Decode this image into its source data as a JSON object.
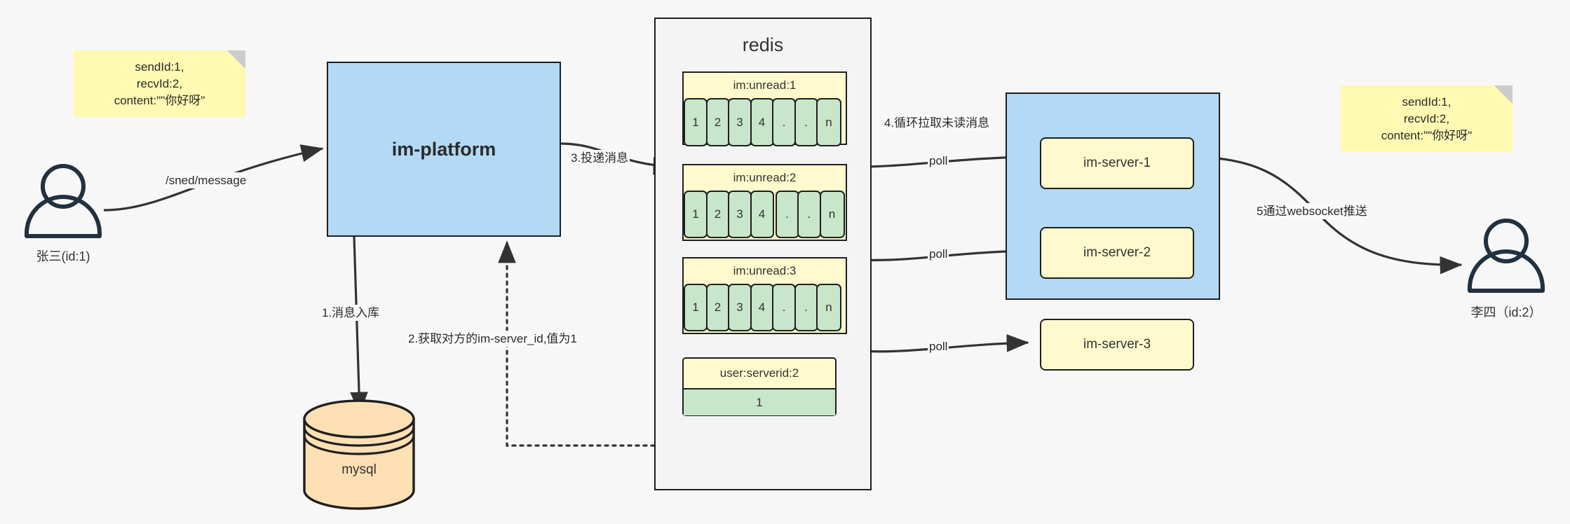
{
  "diagram": {
    "title": "IM message delivery architecture",
    "colors": {
      "background": "#F7F7F7",
      "sticky": "#FFF9B1",
      "blue": "#B3D9F5",
      "yellow": "#FFFACD",
      "green": "#C8E6C9",
      "orange": "#FCE0B4",
      "stroke": "#1F1F1F"
    }
  },
  "actors": {
    "sender": {
      "label": "张三(id:1)",
      "icon": "user-icon"
    },
    "receiver": {
      "label": "李四（id:2）",
      "icon": "user-icon"
    }
  },
  "notes": {
    "left": "sendId:1,\nrecvId:2,\ncontent:\"\"你好呀\"",
    "right": "sendId:1,\nrecvId:2,\ncontent:\"\"你好呀\""
  },
  "platform": {
    "label": "im-platform"
  },
  "database": {
    "label": "mysql",
    "icon": "database-cylinder-icon"
  },
  "redis": {
    "title": "redis",
    "keys": [
      {
        "label": "im:unread:1",
        "cells": [
          "1",
          "2",
          "3",
          "4",
          ".",
          ".",
          "n"
        ]
      },
      {
        "label": "im:unread:2",
        "cells": [
          "1",
          "2",
          "3",
          "4",
          ".",
          ".",
          "n"
        ]
      },
      {
        "label": "im:unread:3",
        "cells": [
          "1",
          "2",
          "3",
          "4",
          ".",
          ".",
          "n"
        ]
      }
    ],
    "kv": {
      "label": "user:serverid:2",
      "value": "1"
    }
  },
  "servers": {
    "items": [
      {
        "label": "im-server-1"
      },
      {
        "label": "im-server-2"
      },
      {
        "label": "im-server-3"
      }
    ]
  },
  "edges": {
    "send_message": "/sned/message",
    "step1": "1.消息入库",
    "step2": "2.获取对方的im-server_id,值为1",
    "step3": "3.投递消息",
    "step4": "4.循环拉取未读消息",
    "step5": "5通过websocket推送",
    "poll1": "poll",
    "poll2": "poll",
    "poll3": "poll"
  }
}
